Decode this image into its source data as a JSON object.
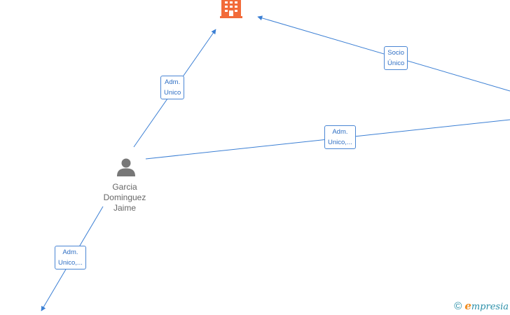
{
  "graph": {
    "nodes": {
      "company_top": {
        "icon": "building-icon",
        "color": "#f26b3a"
      },
      "person": {
        "icon": "person-icon",
        "color": "#666666",
        "name_lines": [
          "Garcia",
          "Dominguez",
          "Jaime"
        ]
      }
    },
    "edges": [
      {
        "label_lines": [
          "Adm.",
          "Unico"
        ]
      },
      {
        "label_lines": [
          "Socio",
          "Único"
        ]
      },
      {
        "label_lines": [
          "Adm.",
          "Unico,..."
        ]
      },
      {
        "label_lines": [
          "Adm.",
          "Unico,..."
        ]
      }
    ],
    "edge_color": "#3b7fd4"
  },
  "branding": {
    "copyright_symbol": "©",
    "logo_initial": "e",
    "logo_rest": "mpresia"
  }
}
